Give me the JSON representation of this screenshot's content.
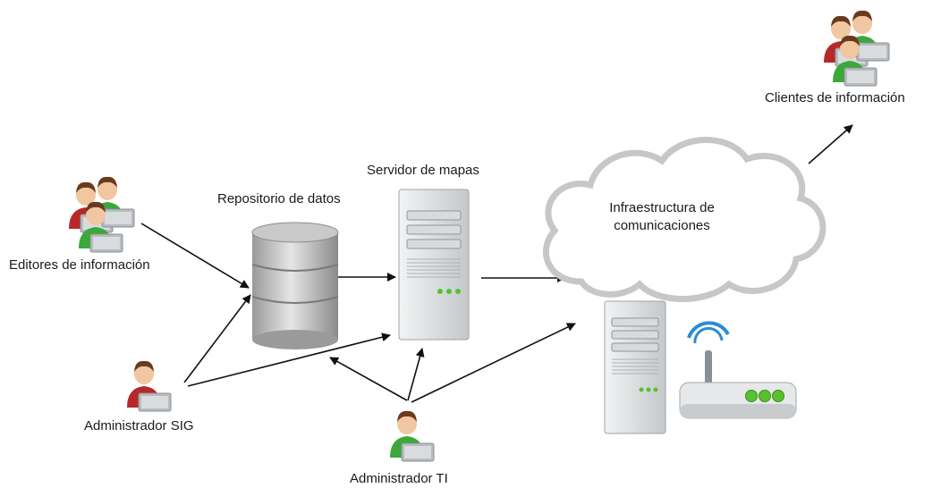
{
  "labels": {
    "editors": "Editores de información",
    "repository": "Repositorio de datos",
    "map_server": "Servidor de mapas",
    "infra_line1": "Infraestructura de",
    "infra_line2": "comunicaciones",
    "clients": "Clientes de información",
    "admin_sig": "Administrador SIG",
    "admin_ti": "Administrador TI"
  },
  "icons": {
    "user_group": "user-group-icon",
    "user": "user-laptop-icon",
    "database": "database-icon",
    "server": "server-tower-icon",
    "cloud": "cloud-icon",
    "router": "wifi-router-icon"
  },
  "colors": {
    "text": "#1a1a1a",
    "arrow": "#111111",
    "green_shirt": "#3aa83a",
    "red_shirt": "#b82828",
    "server_gray": "#cfd3d6",
    "led_green": "#57c12f",
    "wifi_blue": "#2a8bd6",
    "cloud_stroke": "#c7c7c7"
  }
}
